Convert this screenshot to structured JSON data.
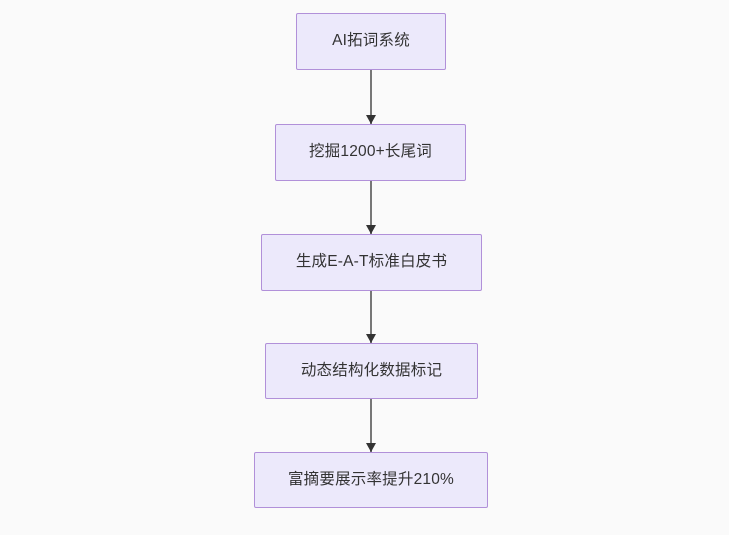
{
  "diagram": {
    "type": "flowchart",
    "orientation": "top-to-bottom",
    "background_color": "#fafafa",
    "node_fill_color": "#ece9fb",
    "node_border_color": "#b190d9",
    "node_text_color": "#333333",
    "edge_color": "#777777",
    "arrowhead_color": "#333333",
    "nodes": [
      {
        "id": "n1",
        "label": "AI拓词系统"
      },
      {
        "id": "n2",
        "label": "挖掘1200+长尾词"
      },
      {
        "id": "n3",
        "label": "生成E-A-T标准白皮书"
      },
      {
        "id": "n4",
        "label": "动态结构化数据标记"
      },
      {
        "id": "n5",
        "label": "富摘要展示率提升210%"
      }
    ],
    "edges": [
      {
        "id": "e1",
        "from": "n1",
        "to": "n2",
        "label": ""
      },
      {
        "id": "e2",
        "from": "n2",
        "to": "n3",
        "label": ""
      },
      {
        "id": "e3",
        "from": "n3",
        "to": "n4",
        "label": ""
      },
      {
        "id": "e4",
        "from": "n4",
        "to": "n5",
        "label": ""
      }
    ]
  }
}
